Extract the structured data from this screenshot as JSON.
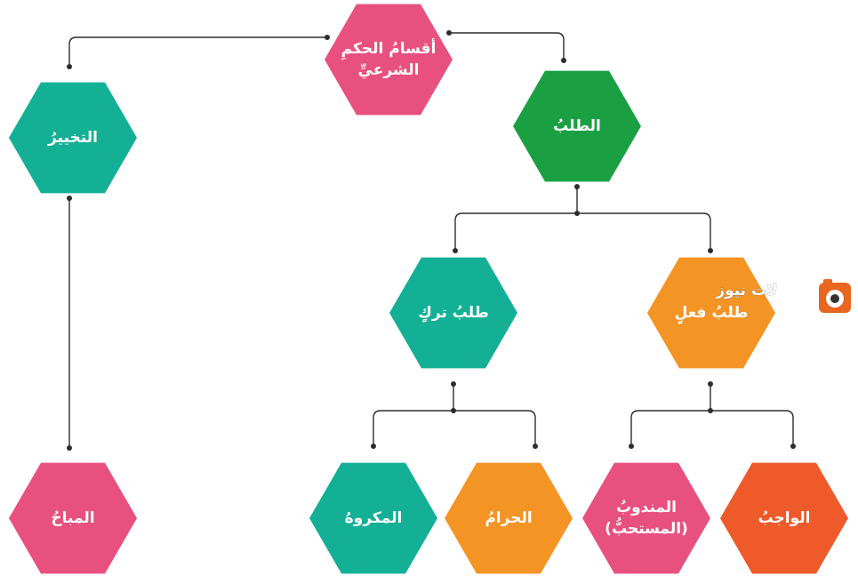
{
  "colors": {
    "pink": "#e8507f",
    "green": "#1aa043",
    "teal": "#14b096",
    "orange": "#f49425",
    "red_orange": "#ef5a2b",
    "connector": "#2d2d2d"
  },
  "nodes": {
    "root": {
      "lines": [
        "أقسامُ الحكمِ",
        "الشرعيِّ"
      ],
      "color": "pink"
    },
    "talab": {
      "lines": [
        "الطلبُ"
      ],
      "color": "green"
    },
    "takhyir": {
      "lines": [
        "التخييرُ"
      ],
      "color": "teal"
    },
    "talab_fil": {
      "lines": [
        "طلبُ فعلٍ"
      ],
      "color": "orange"
    },
    "talab_tark": {
      "lines": [
        "طلبُ تركٍ"
      ],
      "color": "teal"
    },
    "mubah": {
      "lines": [
        "المباحُ"
      ],
      "color": "pink"
    },
    "wajib": {
      "lines": [
        "الواجبُ"
      ],
      "color": "red_orange"
    },
    "mandub": {
      "lines": [
        "المندوبُ",
        "(المستحبُّ)"
      ],
      "color": "pink"
    },
    "haram": {
      "lines": [
        "الحرامُ"
      ],
      "color": "orange"
    },
    "makruh": {
      "lines": [
        "المكروهُ"
      ],
      "color": "teal"
    }
  },
  "watermark": {
    "text": "لات نيوز",
    "icon": "camera-logo-icon"
  }
}
